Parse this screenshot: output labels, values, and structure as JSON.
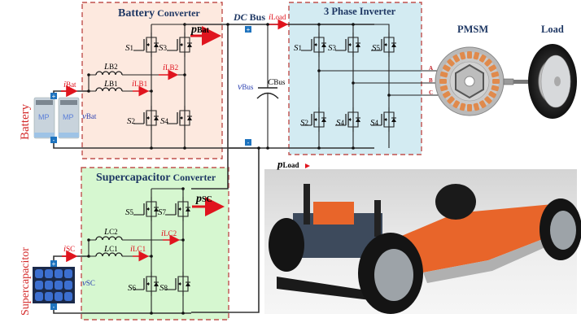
{
  "diagram": {
    "blocks": {
      "battery_converter": {
        "title_bold": "Battery",
        "title_rest": " Converter"
      },
      "supercap_converter": {
        "title_bold": "Supercapacitor",
        "title_rest": " Converter"
      },
      "inverter": {
        "title": "3 Phase Inverter"
      },
      "pmsm": {
        "title": "PMSM"
      },
      "load": {
        "title": "Load"
      }
    },
    "sources": {
      "battery": {
        "label": "Battery",
        "cell_text": "MP"
      },
      "supercapacitor": {
        "label": "Supercapacitor"
      }
    },
    "dc_bus": {
      "label_italic": "DC",
      "label_rest": " Bus",
      "plus": "+",
      "minus": "-"
    },
    "terminals": {
      "plus": "+",
      "minus": "-"
    },
    "labels": {
      "i_bat": {
        "main": "i",
        "sub": "Bat"
      },
      "v_bat": {
        "main": "v",
        "sub": "Bat"
      },
      "i_sc": {
        "main": "i",
        "sub": "SC"
      },
      "v_sc": {
        "main": "v",
        "sub": "SC"
      },
      "LB1": {
        "main": "L",
        "sub": "B1"
      },
      "LB2": {
        "main": "L",
        "sub": "B2"
      },
      "LC1": {
        "main": "L",
        "sub": "C1"
      },
      "LC2": {
        "main": "L",
        "sub": "C2"
      },
      "iLB1": {
        "main": "i",
        "sub": "LB1"
      },
      "iLB2": {
        "main": "i",
        "sub": "LB2"
      },
      "iLC1": {
        "main": "i",
        "sub": "LC1"
      },
      "iLC2": {
        "main": "i",
        "sub": "LC2"
      },
      "p_bat": {
        "main": "p",
        "sub": "Bat"
      },
      "p_sc": {
        "main": "p",
        "sub": "SC"
      },
      "p_load": {
        "main": "p",
        "sub": "Load"
      },
      "i_load": {
        "main": "i",
        "sub": "Load"
      },
      "v_bus": {
        "main": "v",
        "sub": "Bus"
      },
      "c_bus": {
        "main": "C",
        "sub": "Bus"
      }
    },
    "switches": {
      "battery": [
        {
          "main": "S",
          "sub": "1"
        },
        {
          "main": "S",
          "sub": "3"
        },
        {
          "main": "S",
          "sub": "2"
        },
        {
          "main": "S",
          "sub": "4"
        }
      ],
      "supercap": [
        {
          "main": "S",
          "sub": "5"
        },
        {
          "main": "S",
          "sub": "7"
        },
        {
          "main": "S",
          "sub": "6"
        },
        {
          "main": "S",
          "sub": "8"
        }
      ],
      "inverter": [
        {
          "main": "S",
          "sub": "1"
        },
        {
          "main": "S",
          "sub": "3"
        },
        {
          "main": "S",
          "sub": "5"
        },
        {
          "main": "S",
          "sub": "2"
        },
        {
          "main": "S",
          "sub": "4"
        },
        {
          "main": "S",
          "sub": "4"
        }
      ]
    },
    "phases": [
      "A",
      "B",
      "C"
    ],
    "colors": {
      "battery_bg": "#fde9df",
      "supercap_bg": "#d6f7d0",
      "inverter_bg": "#d3ebf2",
      "dashed_border": "#c0504d",
      "title": "#1f3864",
      "current_arrow": "#e0141e",
      "voltage_label": "#2a3fb0",
      "terminal": "#1e73be",
      "chassis_orange": "#e8652a"
    }
  }
}
